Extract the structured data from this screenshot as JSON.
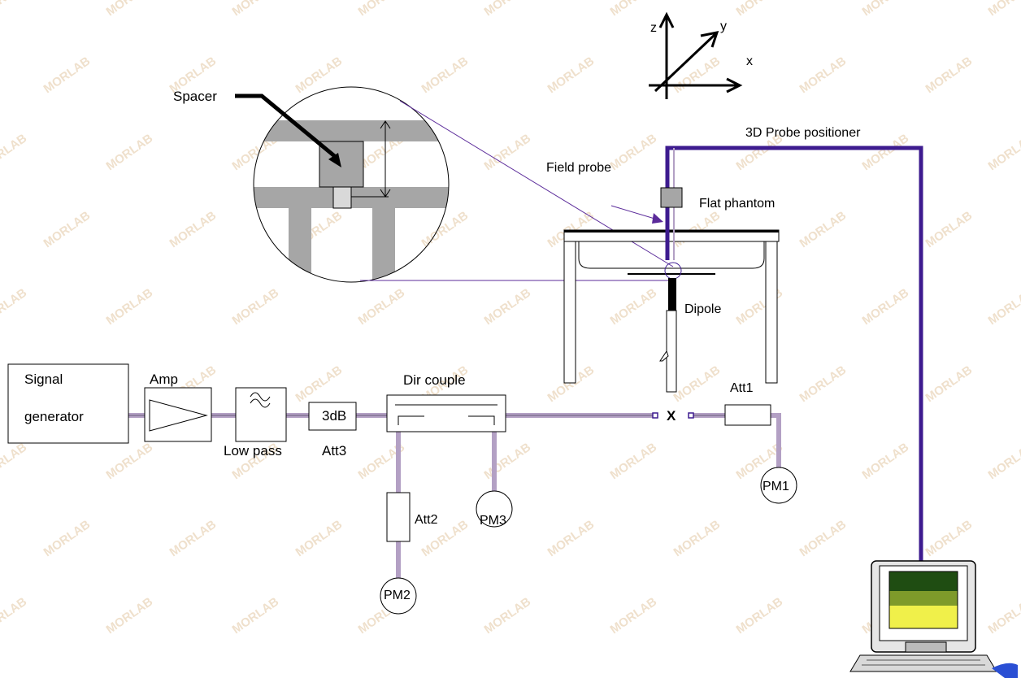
{
  "diagram": {
    "watermark": "MORLAB",
    "axes": {
      "z": "z",
      "y": "y",
      "x": "x"
    },
    "labels": {
      "spacer": "Spacer",
      "probe_positioner": "3D Probe positioner",
      "field_probe": "Field probe",
      "flat_phantom": "Flat phantom",
      "dipole": "Dipole",
      "signal_generator_line1": "Signal",
      "signal_generator_line2": "generator",
      "amp": "Amp",
      "low_pass": "Low pass",
      "att3_value": "3dB",
      "att3": "Att3",
      "dir_couple": "Dir couple",
      "att1": "Att1",
      "att2": "Att2",
      "pm1": "PM1",
      "pm2": "PM2",
      "pm3": "PM3",
      "x_mark": "X"
    },
    "colors": {
      "probe_cable": "#3d1b8f",
      "rf_cable": "#b3a0c4",
      "gray_fill": "#a6a6a6",
      "screen_top": "#1f4d12",
      "screen_mid": "#7e9a2a",
      "screen_bottom": "#f0f04a"
    }
  }
}
